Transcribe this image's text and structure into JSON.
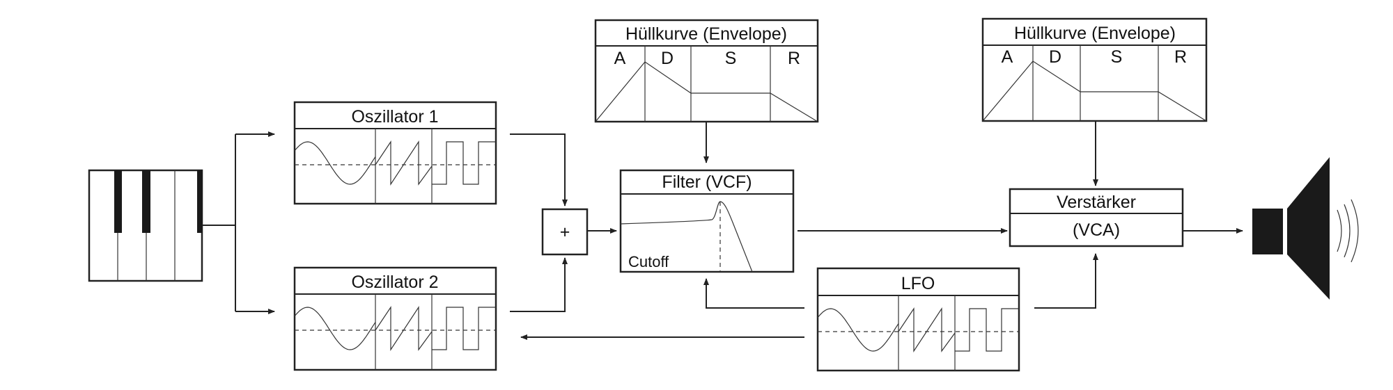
{
  "diagram": {
    "oscillator1": {
      "title": "Oszillator 1"
    },
    "oscillator2": {
      "title": "Oszillator 2"
    },
    "mixer": {
      "symbol": "+"
    },
    "envelope1": {
      "title": "Hüllkurve (Envelope)",
      "stages": [
        "A",
        "D",
        "S",
        "R"
      ]
    },
    "envelope2": {
      "title": "Hüllkurve (Envelope)",
      "stages": [
        "A",
        "D",
        "S",
        "R"
      ]
    },
    "filter": {
      "title": "Filter (VCF)",
      "cutoff_label": "Cutoff"
    },
    "amplifier": {
      "title": "Verstärker",
      "subtitle": "(VCA)"
    },
    "lfo": {
      "title": "LFO"
    },
    "icons": [
      "keyboard-icon",
      "speaker-icon"
    ],
    "colors": {
      "stroke": "#222222",
      "fill": "#ffffff",
      "solid": "#1a1a1a"
    }
  }
}
